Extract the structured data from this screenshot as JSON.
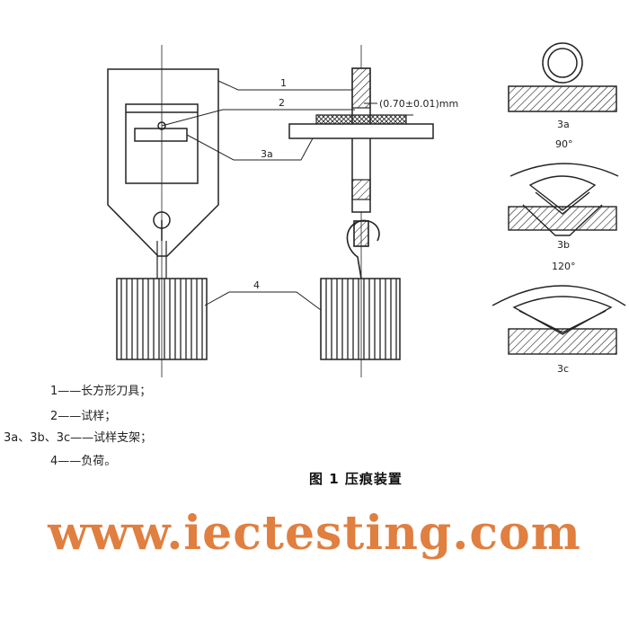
{
  "diagram": {
    "callouts": {
      "c1": "1",
      "c2": "2",
      "c3a": "3a",
      "c4": "4",
      "dimension": "(0.70±0.01)mm"
    },
    "details": {
      "d3a": "3a",
      "d3b": "3b",
      "d3c": "3c",
      "angle_b": "90°",
      "angle_c": "120°"
    }
  },
  "legend": {
    "items": [
      "1——长方形刀具；",
      "2——试样；",
      "3a、3b、3c——试样支架；",
      "4——负荷。"
    ]
  },
  "caption": "图 1   压痕装置",
  "watermark": "www.iectesting.com",
  "colors": {
    "line": "#222222",
    "watermark": "#e07f40"
  }
}
